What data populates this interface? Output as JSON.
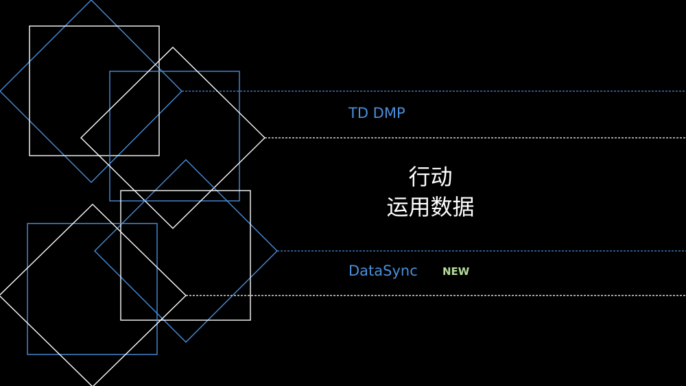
{
  "labels": {
    "product_top": "TD DMP",
    "product_bottom": "DataSync",
    "badge": "NEW"
  },
  "center": {
    "line1": "行动",
    "line2": "运用数据"
  },
  "colors": {
    "background": "#000000",
    "blue": "#4a8fdb",
    "white": "#ffffff",
    "badge_green": "#b6dc9a"
  }
}
